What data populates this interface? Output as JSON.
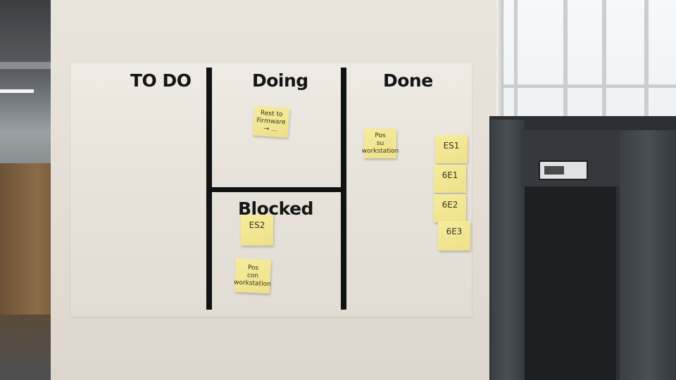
{
  "board": {
    "columns": {
      "todo": "TO DO",
      "doing": "Doing",
      "done": "Done",
      "blocked": "Blocked"
    },
    "notes": {
      "doing_1": "Rest to\nFirmware\n→ ...",
      "done_workstation": "Pos\nsu\nworkstation",
      "blocked_1": "ES2",
      "blocked_workstation": "Pos\ncon\nworkstation",
      "done_1": "ES1",
      "done_2": "6E1",
      "done_3": "6E2",
      "done_4": "6E3"
    }
  },
  "colors": {
    "note": "#f0e28e",
    "line": "#121212",
    "poster": "#ebe6df",
    "locker": "#2c3034"
  }
}
